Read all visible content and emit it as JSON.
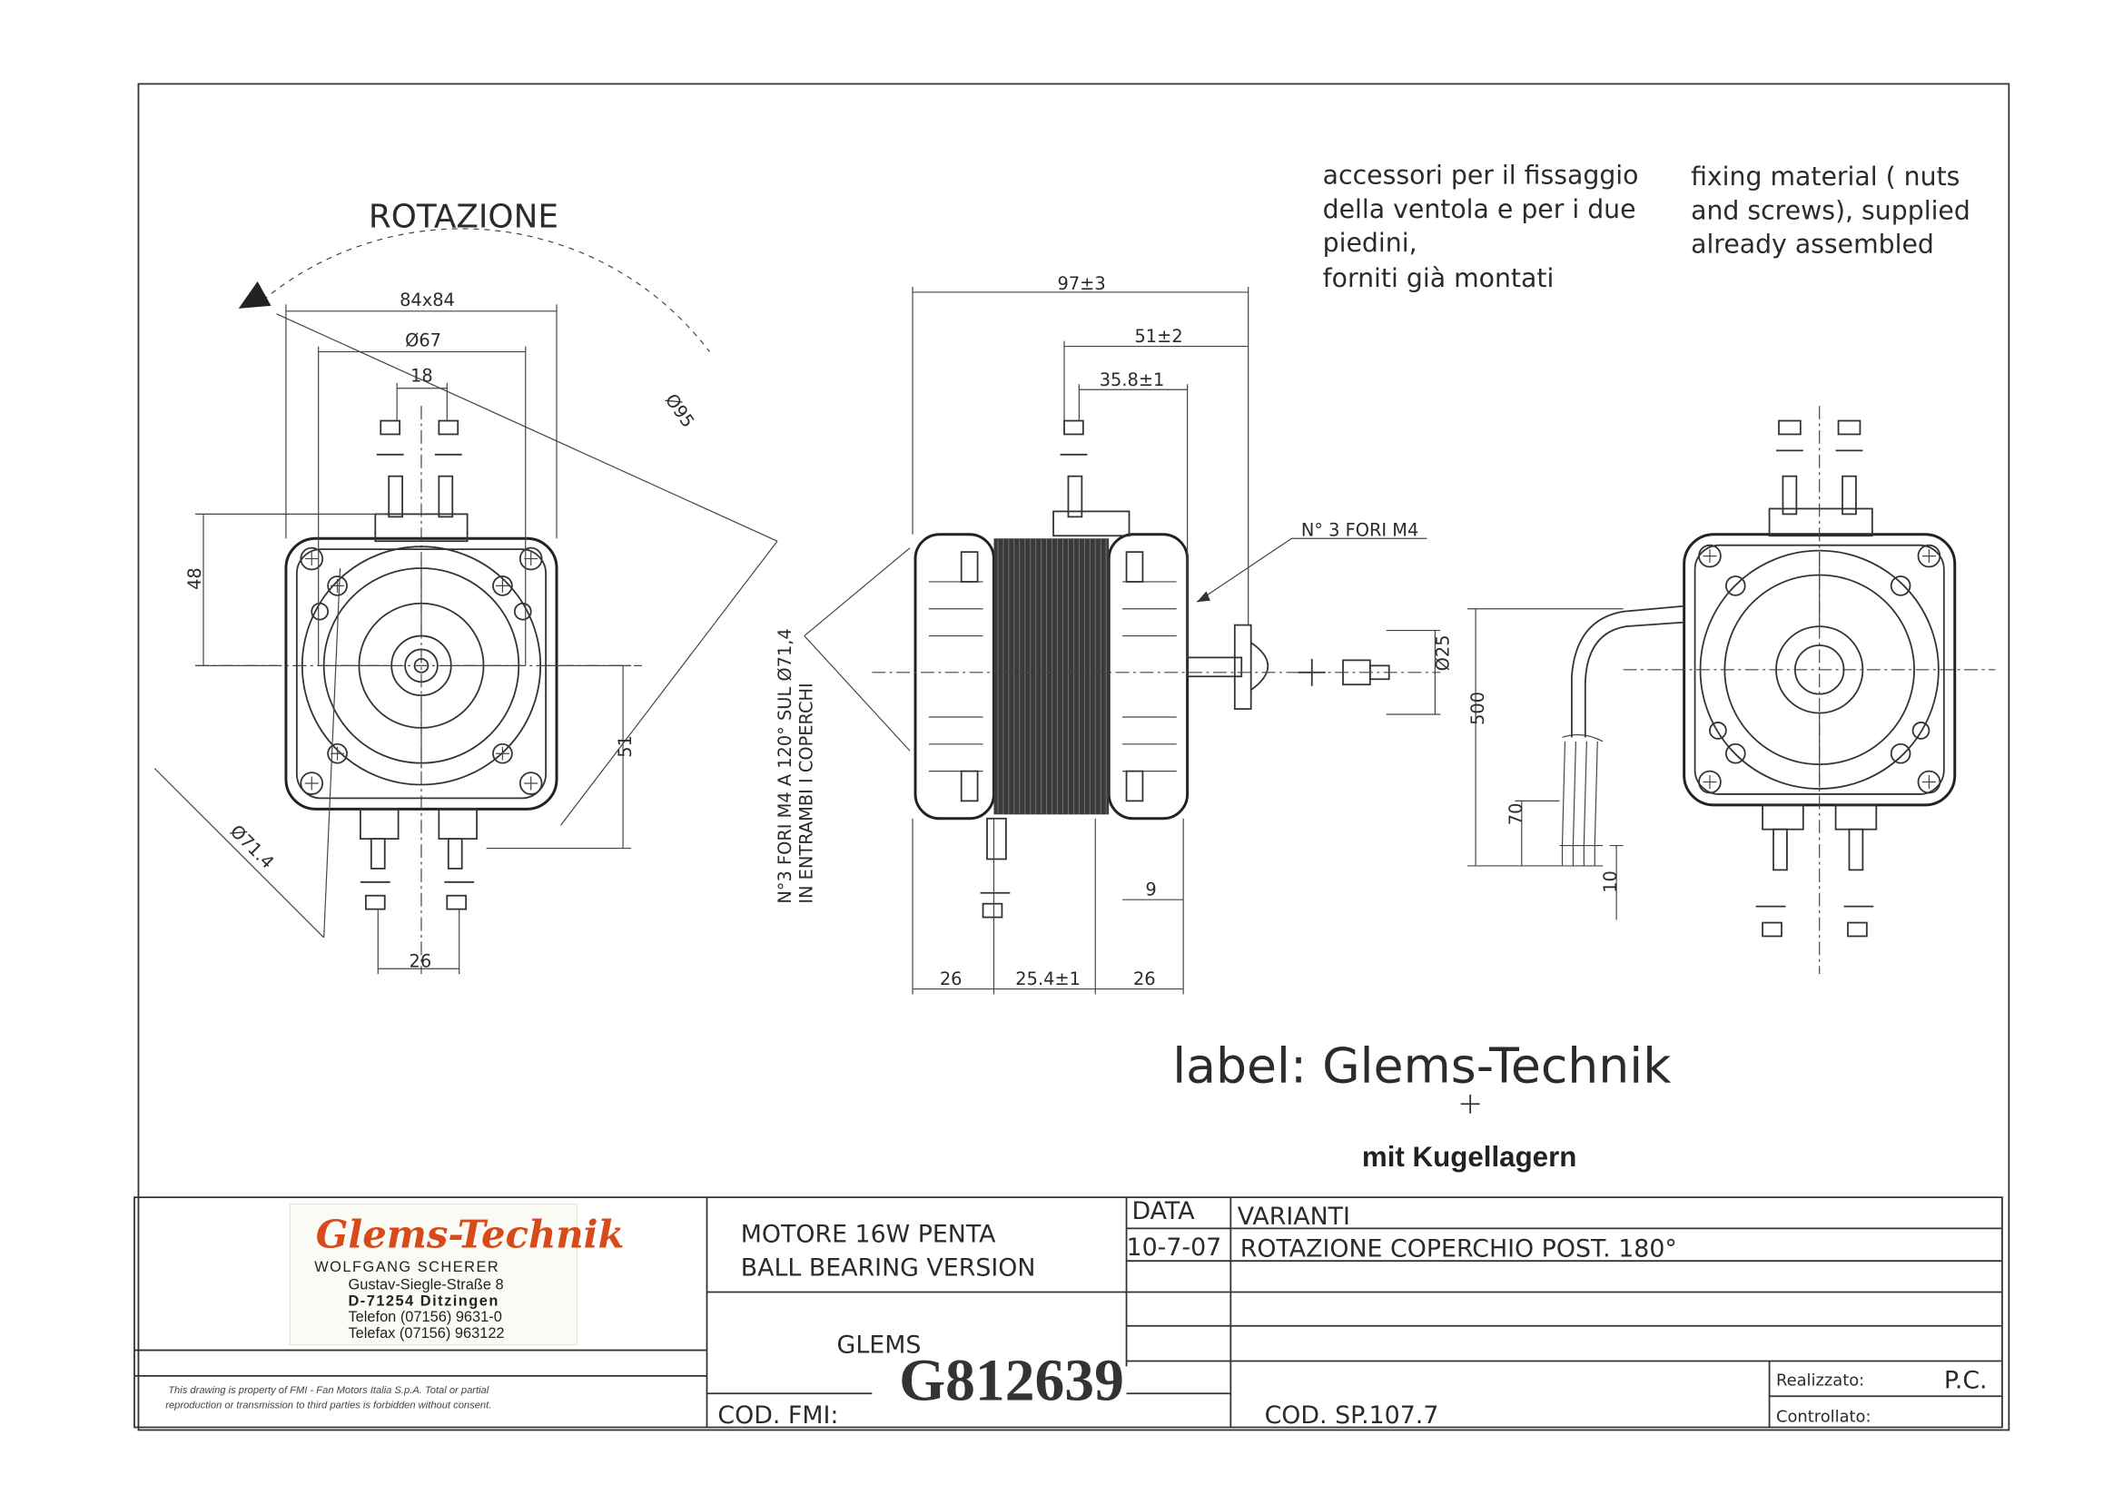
{
  "front_view": {
    "title": "ROTAZIONE",
    "dims": {
      "square": "84x84",
      "diameter_67": "Ø67",
      "spacing_18": "18",
      "diameter_95": "Ø95",
      "height_48": "48",
      "height_51": "51",
      "diameter_71_4": "Ø71.4",
      "spacing_26": "26"
    }
  },
  "side_view": {
    "dims": {
      "total": "97±3",
      "shaft": "51±2",
      "shaft_inner": "35.8±1",
      "left": "26",
      "middle": "25.4±1",
      "right": "26",
      "offset_9": "9",
      "diameter_25": "Ø25"
    },
    "callout_holes": "N° 3 FORI M4",
    "vertical_note_line1": "N°3 FORI M4 A 120° SUL Ø71,4",
    "vertical_note_line2": "IN ENTRAMBI I COPERCHI"
  },
  "rear_view": {
    "dims": {
      "cable": "500",
      "strip_70": "70",
      "strip_10": "10"
    }
  },
  "notes": {
    "italian_1": "accessori per il fissaggio",
    "italian_2": "della ventola e per i due",
    "italian_3": "piedini,",
    "italian_4": "forniti già montati",
    "english_1": "fixing material ( nuts",
    "english_2": "and screws), supplied",
    "english_3": "already assembled"
  },
  "label_note": "label: Glems-Technik",
  "bearing_note": "mit Kugellagern",
  "stamp": {
    "brand": "Glems-Technik",
    "owner": "WOLFGANG SCHERER",
    "street": "Gustav-Siegle-Straße 8",
    "city": "D-71254 Ditzingen",
    "phone": "Telefon (07156) 9631-0",
    "fax": "Telefax (07156) 963122"
  },
  "title_block": {
    "description_1": "MOTORE 16W PENTA",
    "description_2": "BALL BEARING VERSION",
    "brand": "GLEMS",
    "code_label": "COD. FMI:",
    "code_value": "G812639",
    "date_header": "DATA",
    "variants_header": "VARIANTI",
    "date_1": "10-7-07",
    "variant_1": "ROTAZIONE COPERCHIO POST. 180°",
    "sp_code": "COD.  SP.107.7",
    "made_label": "Realizzato:",
    "made_value": "P.C.",
    "checked_label": "Controllato:",
    "disclaimer_1": "This drawing is property of FMI - Fan Motors Italia S.p.A. Total or partial",
    "disclaimer_2": "reproduction or transmission to third parties is forbidden without consent."
  },
  "colors": {
    "logo": "#d84a1a",
    "ink": "#2b2b2b"
  }
}
